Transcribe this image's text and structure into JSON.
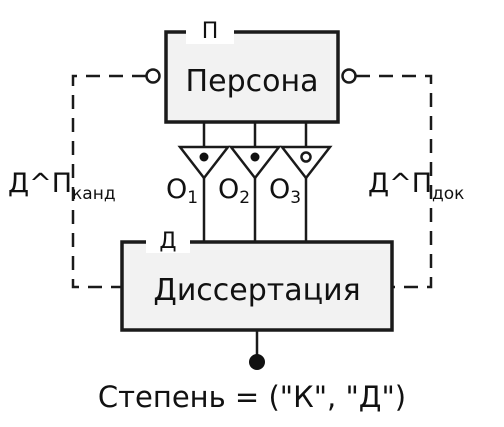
{
  "entities": {
    "person": {
      "tag": "П",
      "name": "Персона"
    },
    "dissertation": {
      "tag": "Д",
      "name": "Диссертация"
    }
  },
  "roles": {
    "left": {
      "main": "Д^П",
      "sub": "канд"
    },
    "right": {
      "main": "Д^П",
      "sub": "док"
    }
  },
  "links": [
    {
      "letter": "О",
      "index": "1",
      "marker": "filled"
    },
    {
      "letter": "О",
      "index": "2",
      "marker": "filled"
    },
    {
      "letter": "О",
      "index": "3",
      "marker": "open"
    }
  ],
  "attribute": {
    "text": "Степень = (\"К\", \"Д\")"
  }
}
